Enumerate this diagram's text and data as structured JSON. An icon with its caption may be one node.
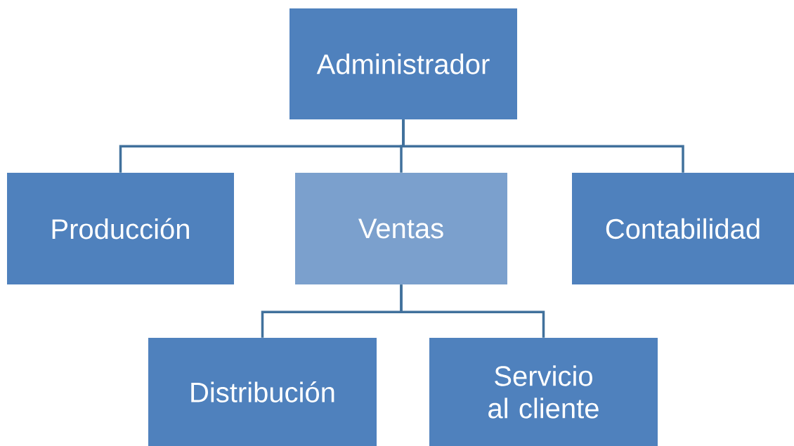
{
  "diagram": {
    "nodes": [
      {
        "text": [
          "Administrador"
        ]
      },
      {
        "text": [
          "Producción"
        ]
      },
      {
        "text": [
          "Ventas"
        ]
      },
      {
        "text": [
          "Contabilidad"
        ]
      },
      {
        "text": [
          "Distribución"
        ]
      },
      {
        "text": [
          "Servicio al cliente"
        ]
      }
    ],
    "edges": [
      {
        "from": 0,
        "to": 1,
        "arrow": "none"
      },
      {
        "from": 0,
        "to": 2,
        "arrow": "none"
      },
      {
        "from": 0,
        "to": 3,
        "arrow": "none"
      },
      {
        "from": 2,
        "to": 4,
        "arrow": "none"
      },
      {
        "from": 2,
        "to": 5,
        "arrow": "none"
      }
    ]
  }
}
